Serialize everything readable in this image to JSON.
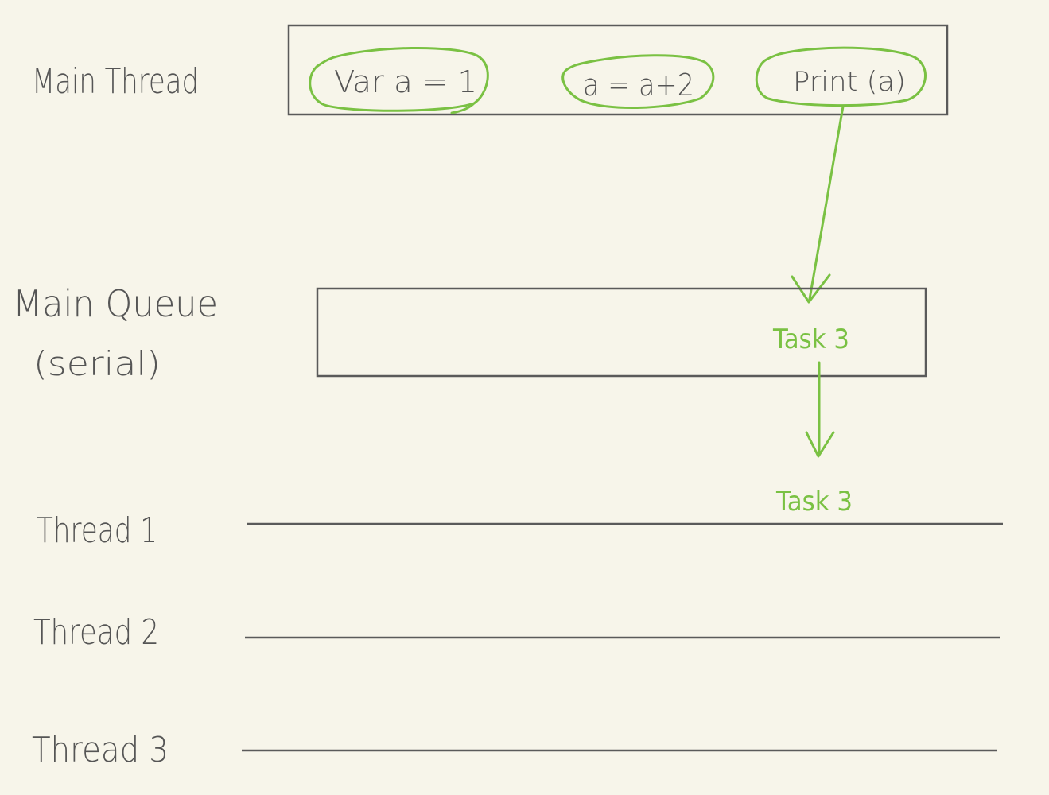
{
  "labels": {
    "main_thread": "Main Thread",
    "main_queue_line1": "Main Queue",
    "main_queue_line2": "(serial)",
    "thread1": "Thread 1",
    "thread2": "Thread 2",
    "thread3": "Thread 3"
  },
  "statements": {
    "stmt1": "Var a = 1",
    "stmt2": "a = a+2",
    "stmt3": "Print (a)"
  },
  "tasks": {
    "queue_task": "Task 3",
    "thread1_task": "Task 3"
  },
  "colors": {
    "background": "#f7f5ea",
    "ink": "#5a5a5a",
    "highlight": "#7ac143"
  }
}
